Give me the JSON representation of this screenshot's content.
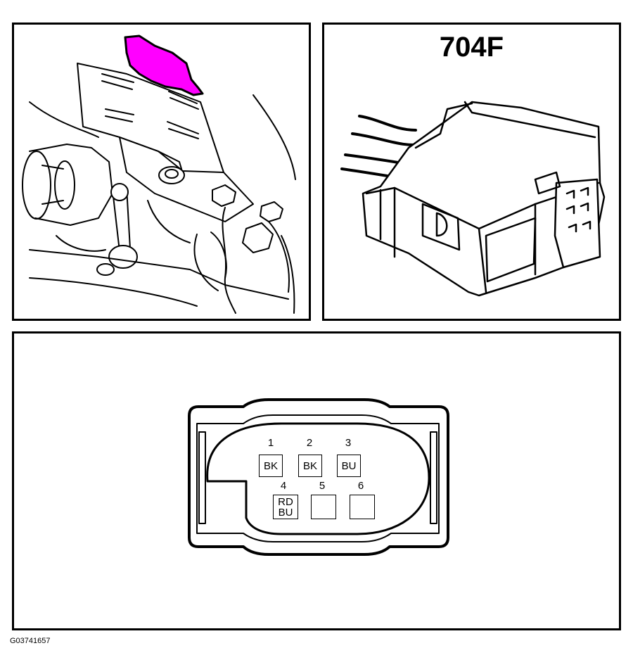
{
  "connector": {
    "id": "704F",
    "pins": [
      {
        "number": "1",
        "colors": [
          "BK"
        ]
      },
      {
        "number": "2",
        "colors": [
          "BK"
        ]
      },
      {
        "number": "3",
        "colors": [
          "BU"
        ]
      },
      {
        "number": "4",
        "colors": [
          "RD",
          "BU"
        ]
      },
      {
        "number": "5",
        "colors": []
      },
      {
        "number": "6",
        "colors": []
      }
    ]
  },
  "highlight_color": "#ff00ff",
  "figure_code": "G03741657"
}
